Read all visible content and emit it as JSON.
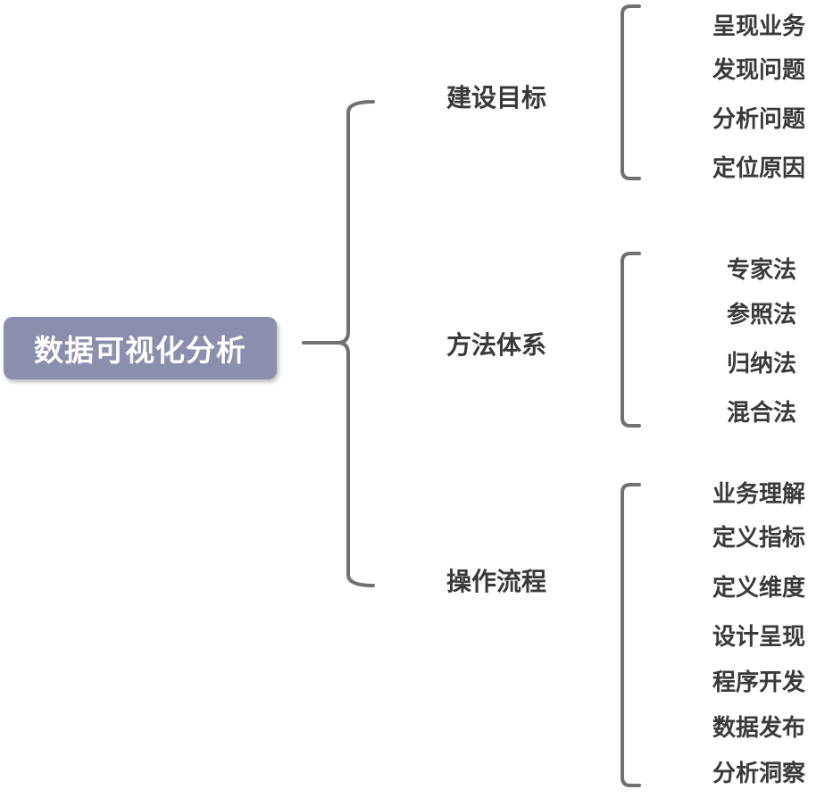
{
  "root": {
    "label": "数据可视化分析"
  },
  "branches": [
    {
      "label": "建设目标",
      "items": [
        "呈现业务",
        "发现问题",
        "分析问题",
        "定位原因"
      ]
    },
    {
      "label": "方法体系",
      "items": [
        "专家法",
        "参照法",
        "归纳法",
        "混合法"
      ]
    },
    {
      "label": "操作流程",
      "items": [
        "业务理解",
        "定义指标",
        "定义维度",
        "设计呈现",
        "程序开发",
        "数据发布",
        "分析洞察"
      ]
    }
  ],
  "colors": {
    "root_fill": "#8b8fad",
    "root_text": "#ffffff",
    "line": "#707070",
    "text": "#3a3a3a"
  }
}
